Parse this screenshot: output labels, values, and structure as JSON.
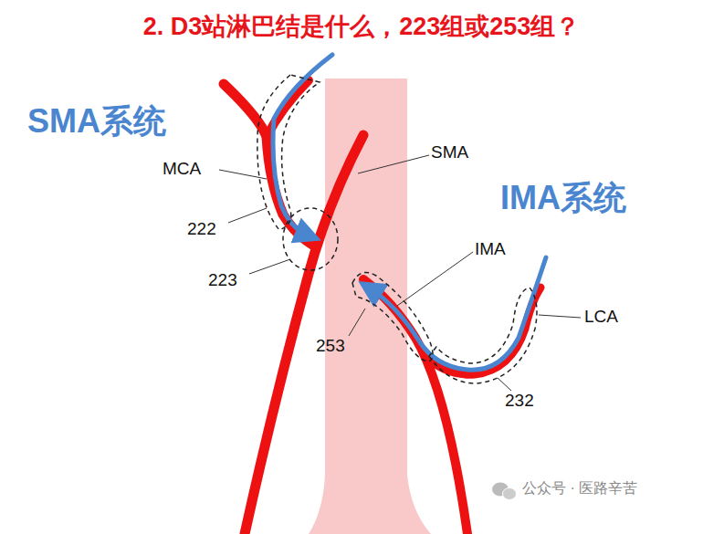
{
  "diagram": {
    "title": "2. D3站淋巴结是什么，223组或253组？",
    "labels": [
      "SMA系统",
      "IMA系统",
      "MCA",
      "SMA",
      "IMA",
      "LCA",
      "222",
      "223",
      "253",
      "232",
      "公众号 · 医路辛苦"
    ]
  }
}
